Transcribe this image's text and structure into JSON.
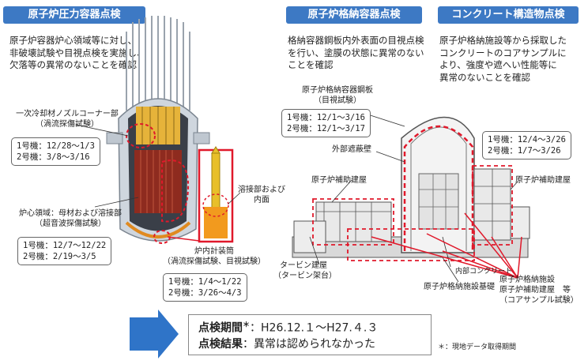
{
  "sections": {
    "rpv": {
      "title": "原子炉圧力容器点検",
      "desc": [
        "原子炉容器炉心領域等に対し、",
        "非破壊試験や目視点検を実施し、",
        "欠落等の異常のないことを確認"
      ]
    },
    "pcv": {
      "title": "原子炉格納容器点検",
      "desc": [
        "格納容器鋼板内外表面の目視点検",
        "を行い、塗膜の状態に異常のない",
        "ことを確認"
      ]
    },
    "concrete": {
      "title": "コンクリート構造物点検",
      "desc": [
        "原子炉格納施設等から採取した",
        "コンクリートのコアサンプルに",
        "より、強度や遮へい性能等に",
        "異常のないことを確認"
      ]
    }
  },
  "labels": {
    "nozzle": [
      "一次冷却材ノズルコーナー部",
      "（渦流探傷試験）"
    ],
    "core": [
      "炉心領域：母材および溶接部",
      "（超音波探傷試験）"
    ],
    "weld": [
      "溶接部および",
      "内面"
    ],
    "incore": [
      "炉内計装筒",
      "（渦流探傷試験、目視試験）"
    ],
    "pcv_steel": [
      "原子炉格納容器鋼板",
      "（目視試験）"
    ],
    "outer_shield": "外部遮蔽壁",
    "aux_left": "原子炉補助建屋",
    "aux_right": "原子炉補助建屋",
    "turbine": [
      "タービン建屋",
      "（タービン架台）"
    ],
    "inner_concrete": "内部コンクリート",
    "foundation": "原子炉格納施設基礎",
    "concrete_note": [
      "原子炉格納施設",
      "原子炉補助建屋　等",
      "（コアサンプル試験）"
    ]
  },
  "schedules": {
    "nozzle": [
      "1号機：12/28～1/3",
      "2号機：3/8～3/16"
    ],
    "core": [
      "1号機：12/7～12/22",
      "2号機：2/19～3/5"
    ],
    "incore": [
      "1号機：1/4～1/22",
      "2号機：3/26～4/3"
    ],
    "pcv": [
      "1号機：12/1～3/16",
      "2号機：12/1～3/17"
    ],
    "concrete": [
      "1号機：12/4～3/26",
      "2号機：1/7～3/26"
    ]
  },
  "summary": {
    "period_label": "点検期間",
    "period_mark": "＊",
    "period_value": "：H26.12.１～H27.４.３",
    "result_label": "点検結果",
    "result_value": "：異常は認められなかった",
    "footnote": "＊：現地データ取得期間"
  },
  "colors": {
    "header_blue": "#3d79c4",
    "highlight_red": "#e0192b",
    "arrow_blue": "#2f74c8"
  }
}
